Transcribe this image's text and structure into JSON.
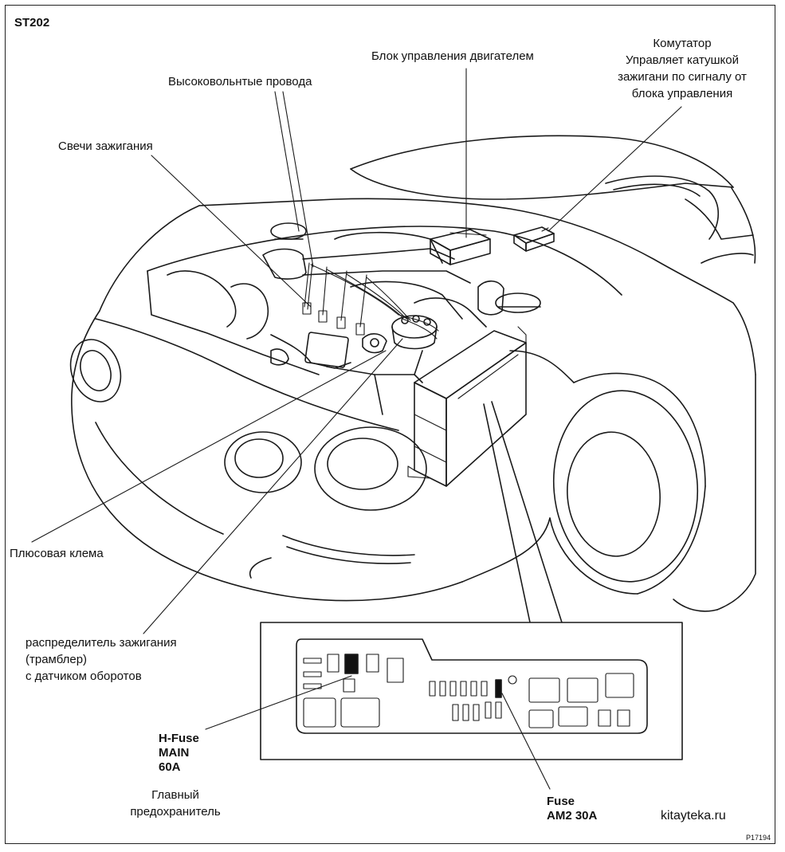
{
  "model": "ST202",
  "labels": {
    "ecu": "Блок управления двигателем",
    "igniter_title": "Комутатор",
    "igniter_desc_1": "Управляет катушкой",
    "igniter_desc_2": "зажигани по сигналу от",
    "igniter_desc_3": "блока управления",
    "hv_wires": "Высоковольнтые провода",
    "spark_plugs": "Свечи зажигания",
    "plus_terminal": "Плюсовая клема",
    "distributor_1": "распределитель зажигания",
    "distributor_2": "(трамблер)",
    "distributor_3": "с датчиком оборотов",
    "hfuse_1": "H-Fuse",
    "hfuse_2": "MAIN",
    "hfuse_3": "60A",
    "main_fuse_1": "Главный",
    "main_fuse_2": "предохранитель",
    "fuse_1": "Fuse",
    "fuse_2": "AM2 30A",
    "watermark": "kitayteka.ru",
    "figure_code": "P17194"
  }
}
